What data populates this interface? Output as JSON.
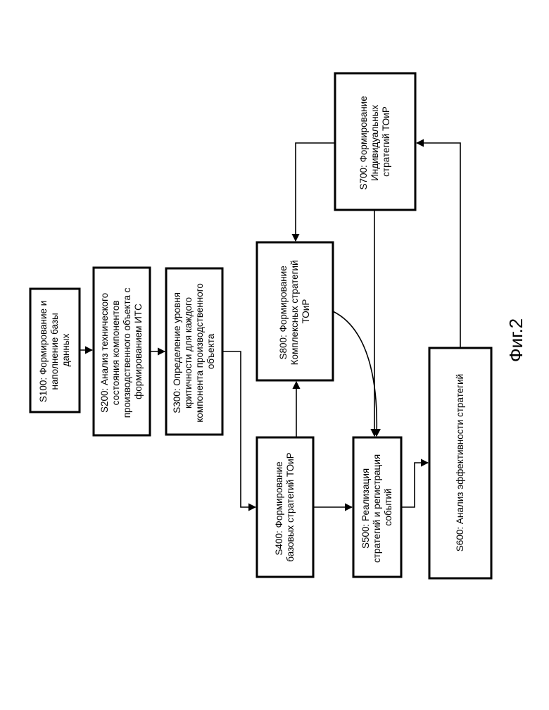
{
  "boxes": {
    "s100": [
      "S100: Формирование и",
      "наполнение базы",
      "данных"
    ],
    "s200": [
      "S200: Анализ технического",
      "состояния компонентов",
      "производственного объекта с",
      "формированием ИТС"
    ],
    "s300": [
      "S300: Определение уровня",
      "критичности для каждого",
      "компонента производственного",
      "объекта"
    ],
    "s400": [
      "S400: Формирование",
      "базовых стратегий ТОиР"
    ],
    "s500": [
      "S500: Реализация",
      "стратегий и регистрация",
      "событий"
    ],
    "s600": [
      "S600: Анализ эффективности стратегий"
    ],
    "s700": [
      "S700: Формирование",
      "Индивидуальных",
      "стратегий ТОиР"
    ],
    "s800": [
      "S800: Формирование",
      "Комплексных стратегий",
      "ТОиР"
    ]
  },
  "figure_caption": "Фиг.2"
}
